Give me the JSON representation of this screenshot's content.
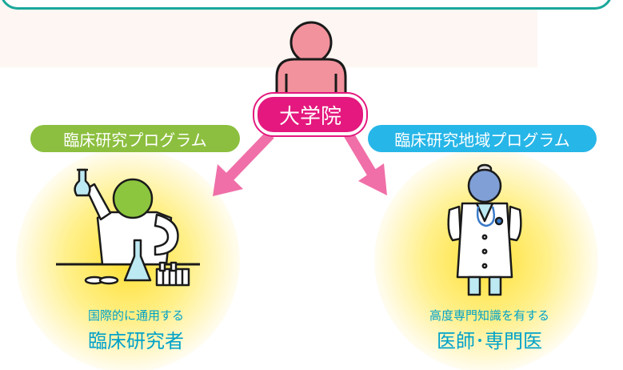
{
  "center": {
    "label": "大学院"
  },
  "left": {
    "program": "臨床研究プログラム",
    "subtitle": "国際的に通用する",
    "title": "臨床研究者"
  },
  "right": {
    "program": "臨床研究地域プログラム",
    "subtitle": "高度専門知識を有する",
    "title": "医師･専門医"
  },
  "colors": {
    "accent_magenta": "#e4187e",
    "arrow_pink": "#f06fa8",
    "program_green": "#8cbf3f",
    "program_blue": "#27b6e8",
    "caption_cyan": "#00a2c9",
    "circle_yellow": "#ffe033",
    "frame_teal": "#1aa79a"
  }
}
